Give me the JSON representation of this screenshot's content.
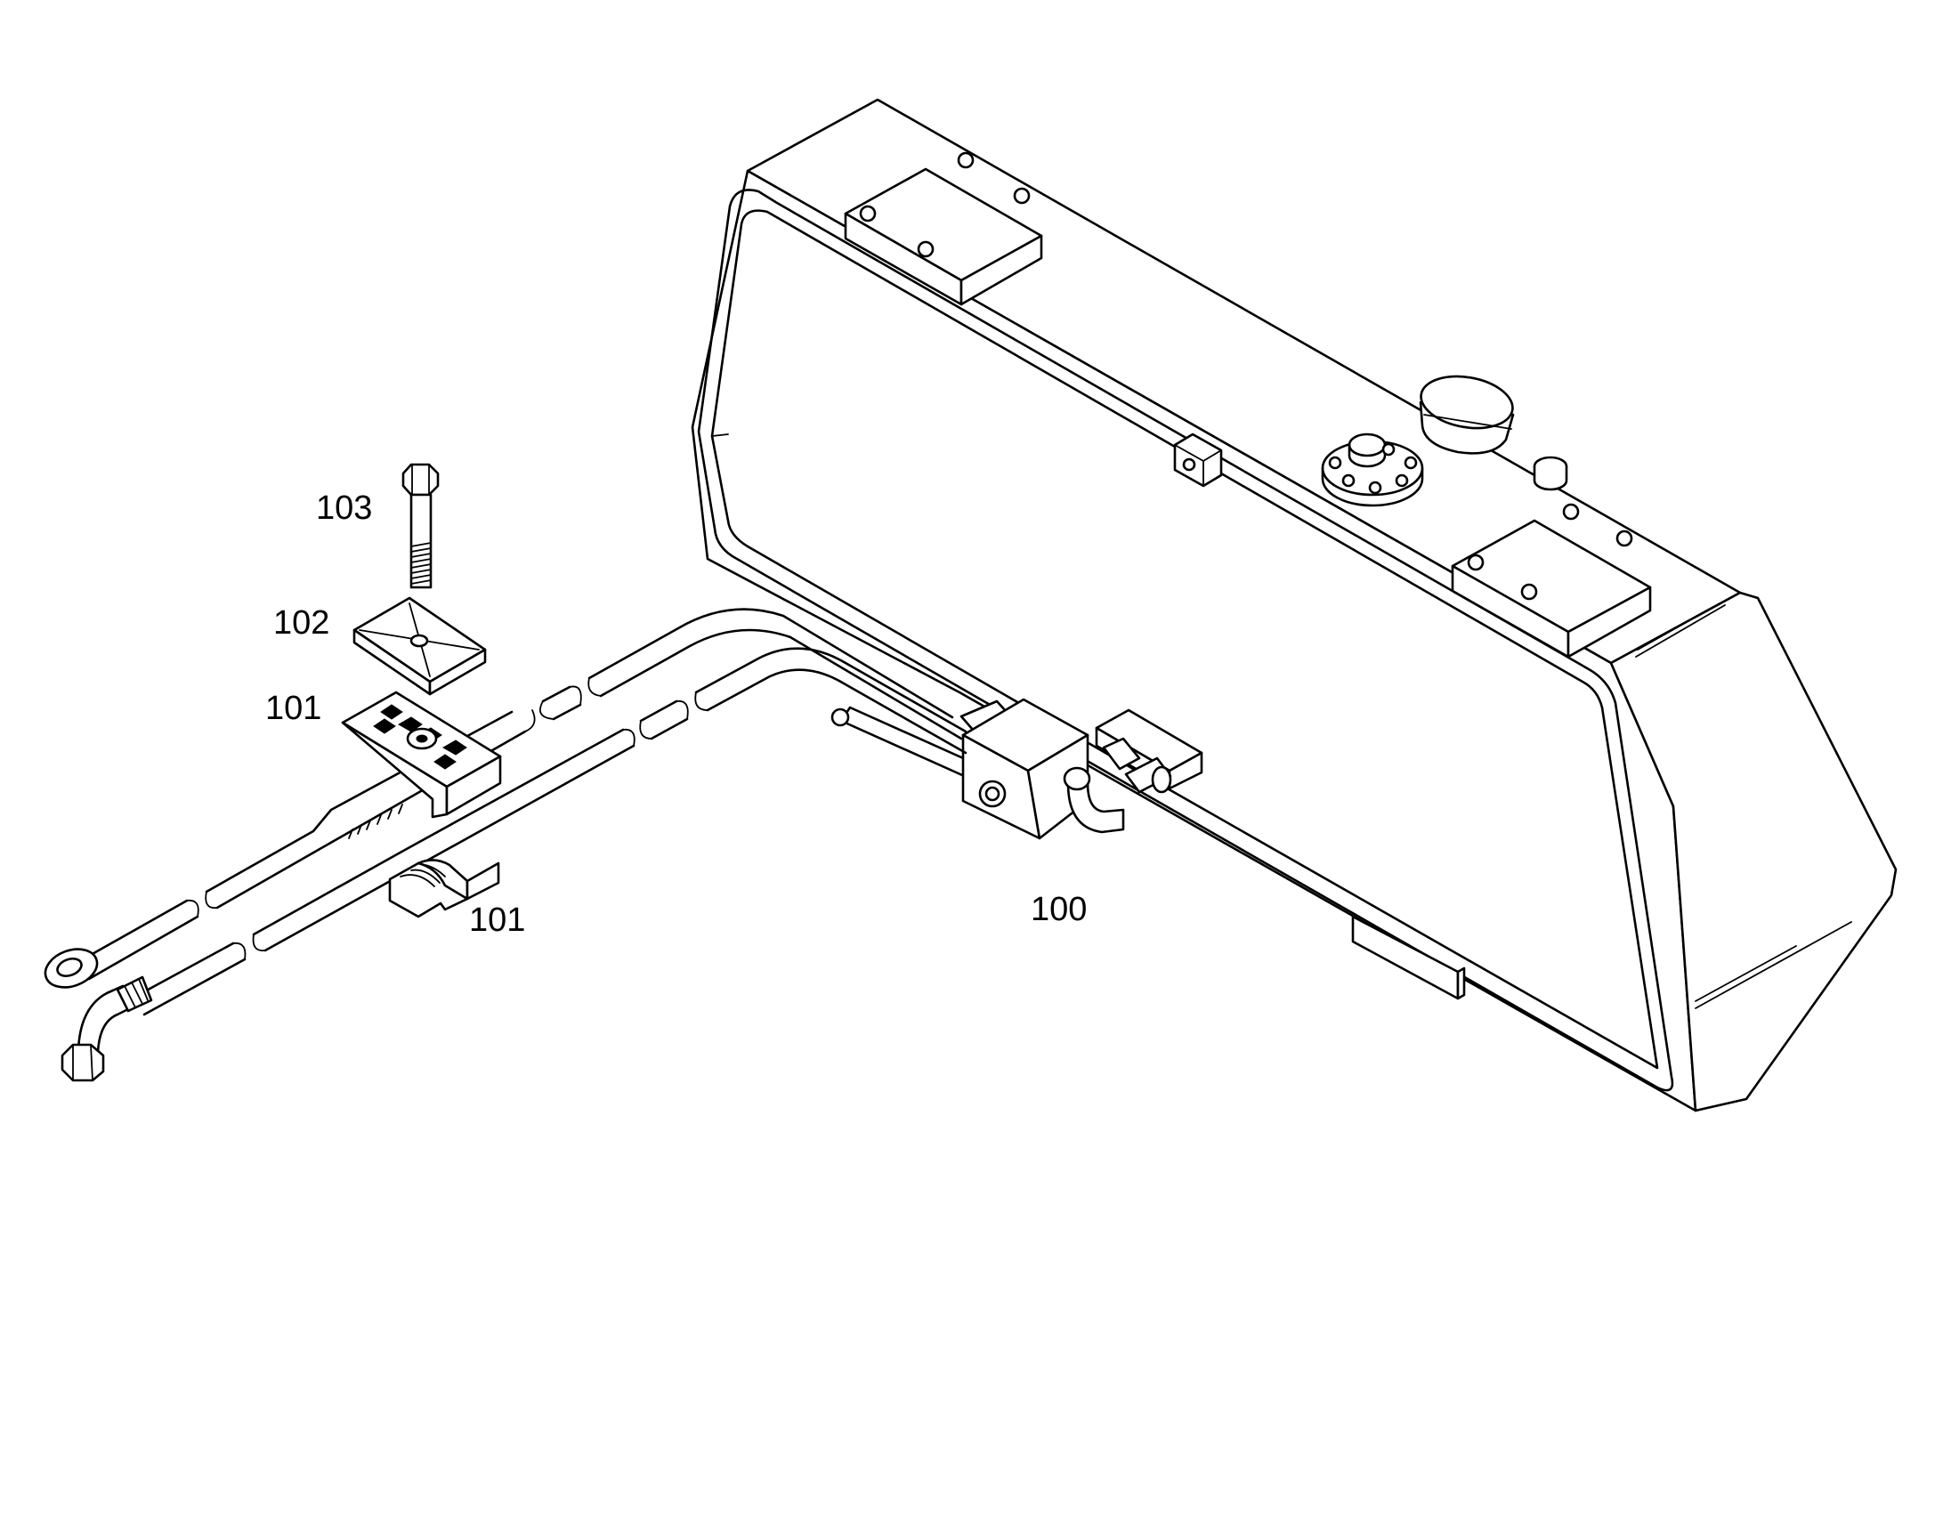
{
  "diagram": {
    "labels": {
      "tank_assembly": "100",
      "clamp_half_upper": "101",
      "clamp_half_lower": "101",
      "cover_plate": "102",
      "bolt": "103"
    }
  }
}
